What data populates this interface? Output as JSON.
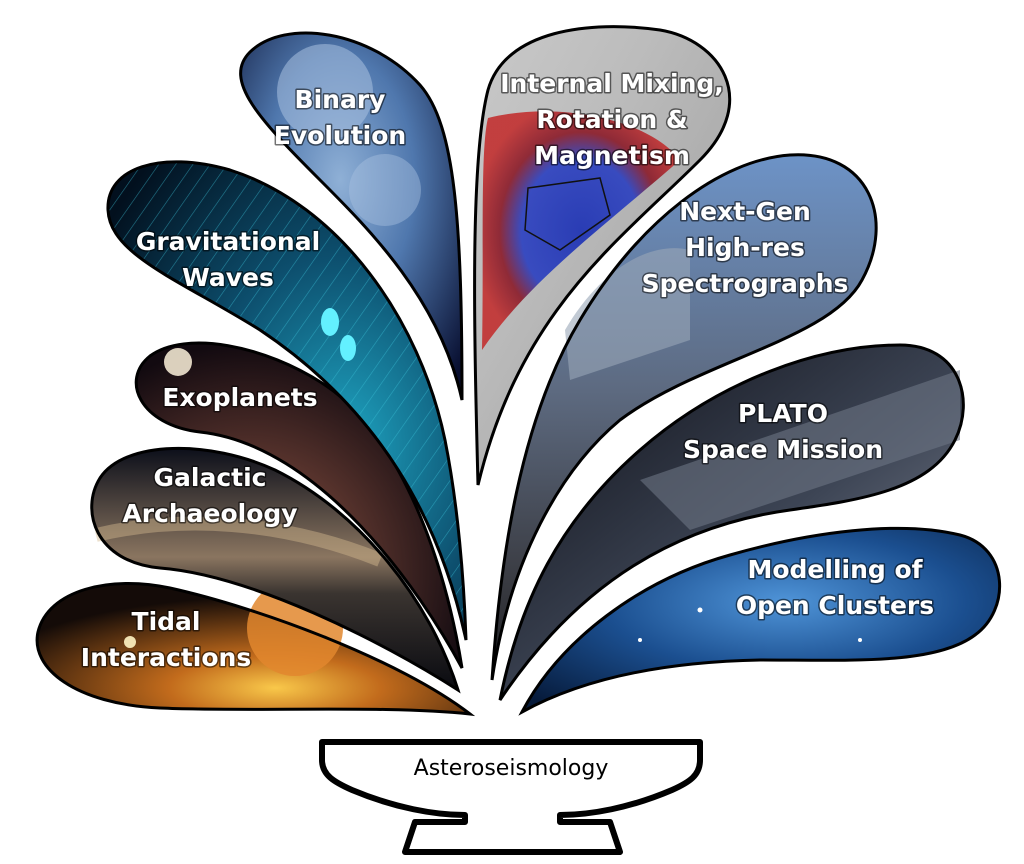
{
  "diagram": {
    "base_label": "Asteroseismology",
    "petals": [
      {
        "id": "binary-evolution",
        "lines": [
          "Binary",
          "Evolution"
        ]
      },
      {
        "id": "gravitational-waves",
        "lines": [
          "Gravitational",
          "Waves"
        ]
      },
      {
        "id": "exoplanets",
        "lines": [
          "Exoplanets"
        ]
      },
      {
        "id": "galactic-archaeology",
        "lines": [
          "Galactic",
          "Archaeology"
        ]
      },
      {
        "id": "tidal-interactions",
        "lines": [
          "Tidal",
          "Interactions"
        ]
      },
      {
        "id": "internal-mixing",
        "lines": [
          "Internal Mixing,",
          "Rotation &",
          "Magnetism"
        ]
      },
      {
        "id": "next-gen-spectrographs",
        "lines": [
          "Next-Gen",
          "High-res",
          "Spectrographs"
        ]
      },
      {
        "id": "plato-space-mission",
        "lines": [
          "PLATO",
          "Space Mission"
        ]
      },
      {
        "id": "modelling-open-clusters",
        "lines": [
          "Modelling of",
          "Open Clusters"
        ]
      }
    ]
  },
  "colors": {
    "outline": "#000000",
    "label": "#ffffff",
    "base_fill": "#ffffff"
  }
}
